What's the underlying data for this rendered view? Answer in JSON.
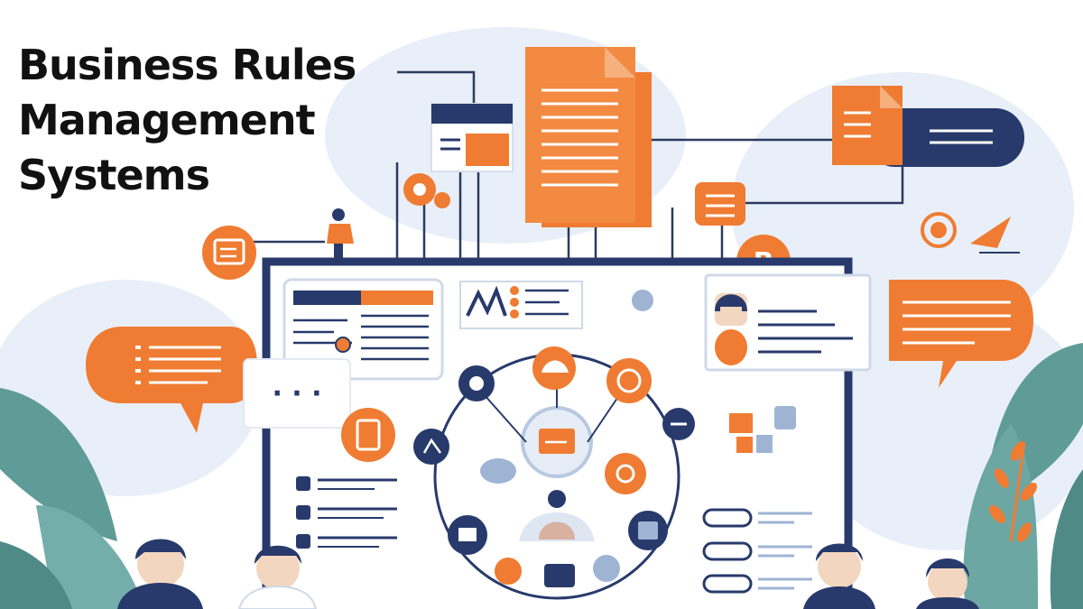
{
  "title": {
    "line1": "Business Rules",
    "line2": "Management",
    "line3": "Systems"
  },
  "badge": {
    "letter": "B"
  },
  "dots_bubble": {
    "text": "· · ·"
  },
  "colors": {
    "orange": "#ef7c32",
    "navy": "#283a6b",
    "teal": "#5f9c98",
    "light_blue": "#e6edf7",
    "line": "#2c3a5e"
  },
  "icons": [
    "document-icon",
    "folder-icon",
    "chat-bubble-icon",
    "user-avatar-icon",
    "gear-icon",
    "pie-chart-icon",
    "checklist-icon",
    "network-hub-icon",
    "toggle-icon",
    "leaf-plant-icon"
  ]
}
